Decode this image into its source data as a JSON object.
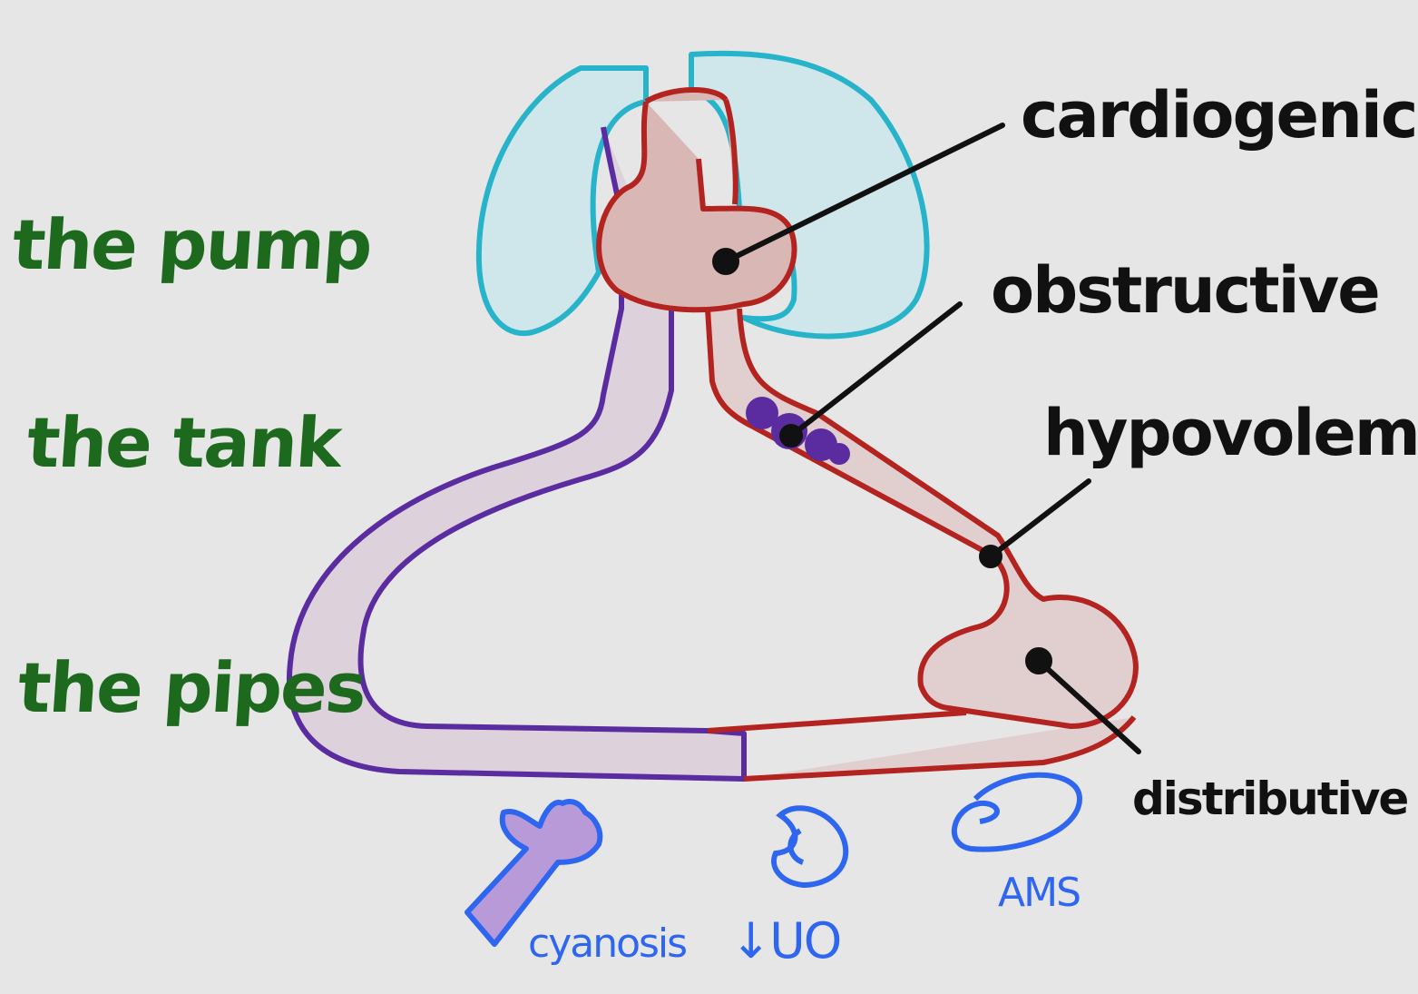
{
  "left_labels": {
    "pump": "the pump",
    "tank": "the tank",
    "pipes": "the pipes"
  },
  "shock_types": {
    "cardiogenic": "cardiogenic",
    "obstructive": "obstructive",
    "hypovolemic": "hypovolemic",
    "distributive": "distributive"
  },
  "signs": {
    "cyanosis": "cyanosis",
    "uo": "↓UO",
    "ams": "AMS"
  },
  "colors": {
    "background": "#e6e6e6",
    "green_text": "#1d6a1e",
    "lung": "#27b3c9",
    "artery": "#b3231f",
    "vein": "#5a2ca0",
    "sign_blue": "#2f66f0"
  }
}
